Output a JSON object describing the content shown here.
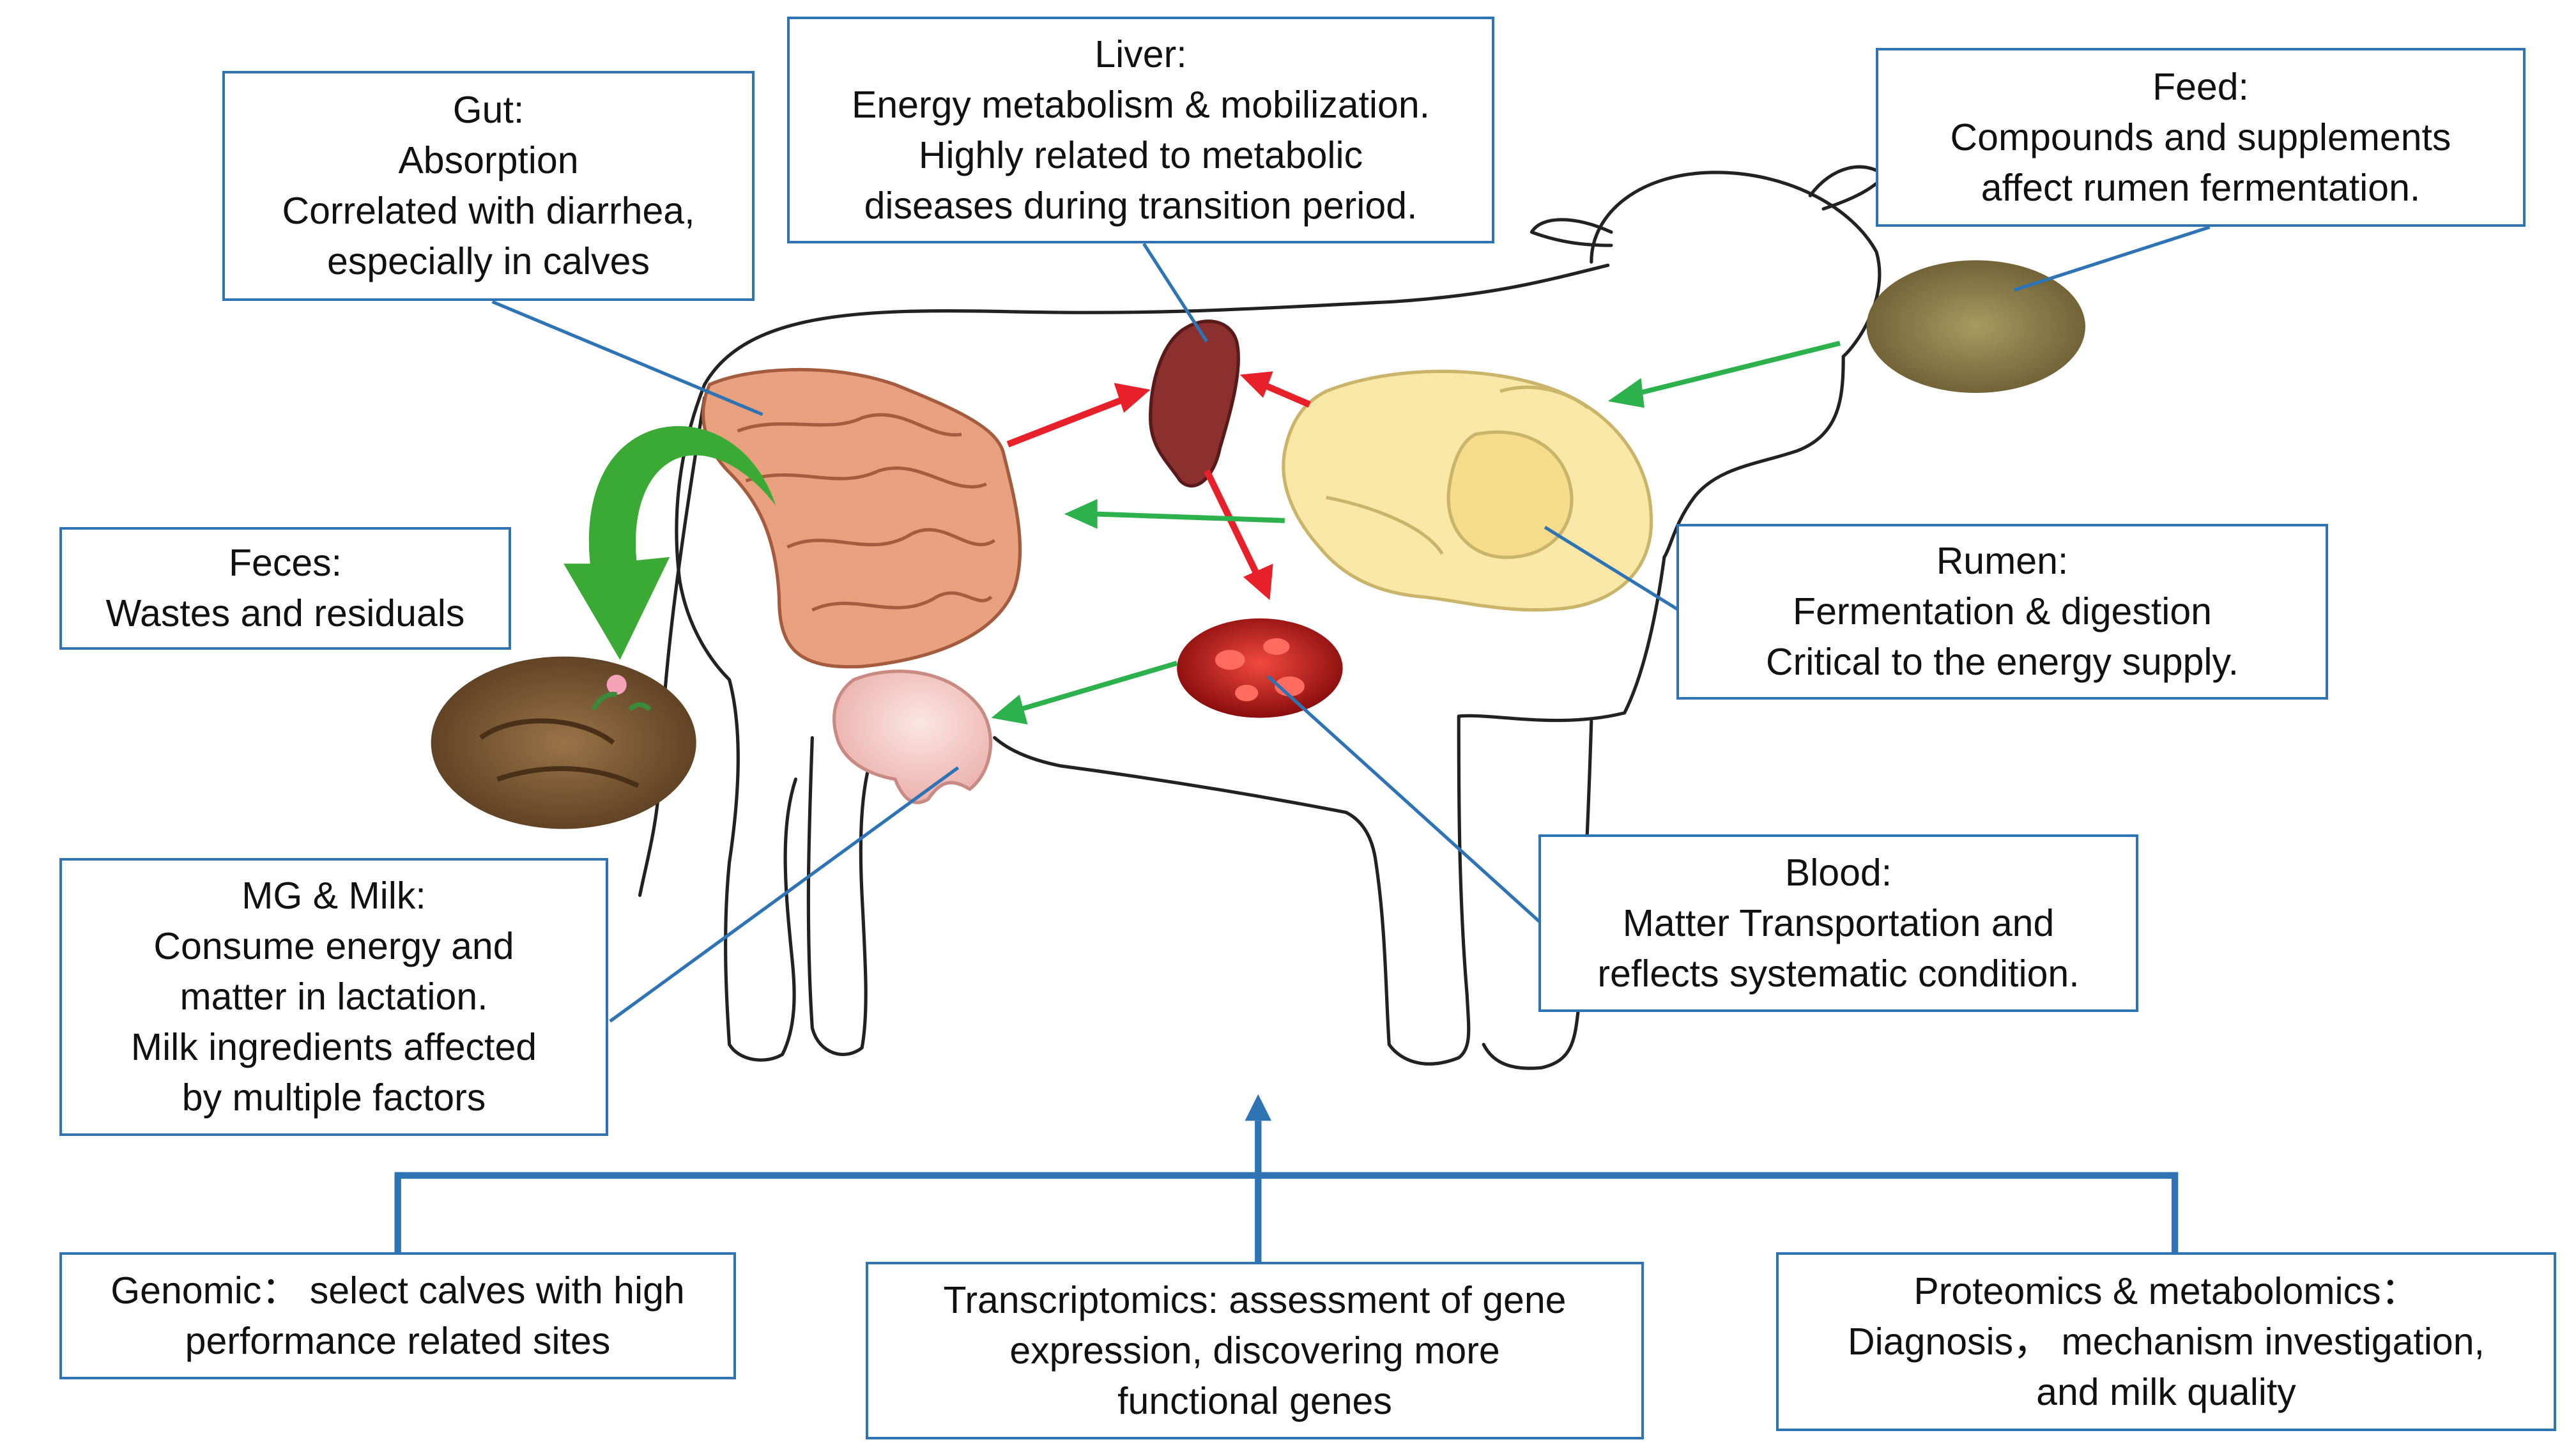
{
  "boxes": {
    "gut": {
      "lines": [
        "Gut:",
        "Absorption",
        "Correlated with diarrhea,",
        "especially in calves"
      ]
    },
    "liver": {
      "lines": [
        "Liver:",
        "Energy metabolism & mobilization.",
        "Highly related to metabolic",
        "diseases during transition period."
      ]
    },
    "feed": {
      "lines": [
        "Feed:",
        "Compounds and supplements",
        "affect rumen fermentation."
      ]
    },
    "feces": {
      "lines": [
        "Feces:",
        "Wastes and residuals"
      ]
    },
    "rumen": {
      "lines": [
        "Rumen:",
        "Fermentation & digestion",
        "Critical to the energy supply."
      ]
    },
    "blood": {
      "lines": [
        "Blood:",
        "Matter Transportation and",
        "reflects systematic condition."
      ]
    },
    "mg_milk": {
      "lines": [
        "MG & Milk:",
        "Consume energy and",
        "matter in lactation.",
        "Milk ingredients affected",
        "by multiple factors"
      ]
    },
    "genomic": {
      "lines": [
        "Genomic： select calves with high",
        "performance related sites"
      ]
    },
    "transcriptomics": {
      "lines": [
        "Transcriptomics: assessment of gene",
        "expression, discovering more",
        "functional genes"
      ]
    },
    "proteomics": {
      "lines": [
        "Proteomics & metabolomics：",
        "Diagnosis， mechanism investigation,",
        "and milk quality"
      ]
    }
  },
  "colors": {
    "box_border": "#2e74b5",
    "connector": "#2e74b5",
    "arrow_red": "#e8202a",
    "arrow_green": "#2db14c",
    "big_arrow_green": "#3aaa35",
    "cow_outline": "#222222",
    "gut_fill": "#e8a07e",
    "liver_fill": "#8b2f2f",
    "rumen_fill": "#f8e7a6",
    "blood_fill": "#c81d1d",
    "udder_fill": "#f8d6d3",
    "feed_fill": "#8a7a4a",
    "feces_fill": "#7a5a34"
  }
}
